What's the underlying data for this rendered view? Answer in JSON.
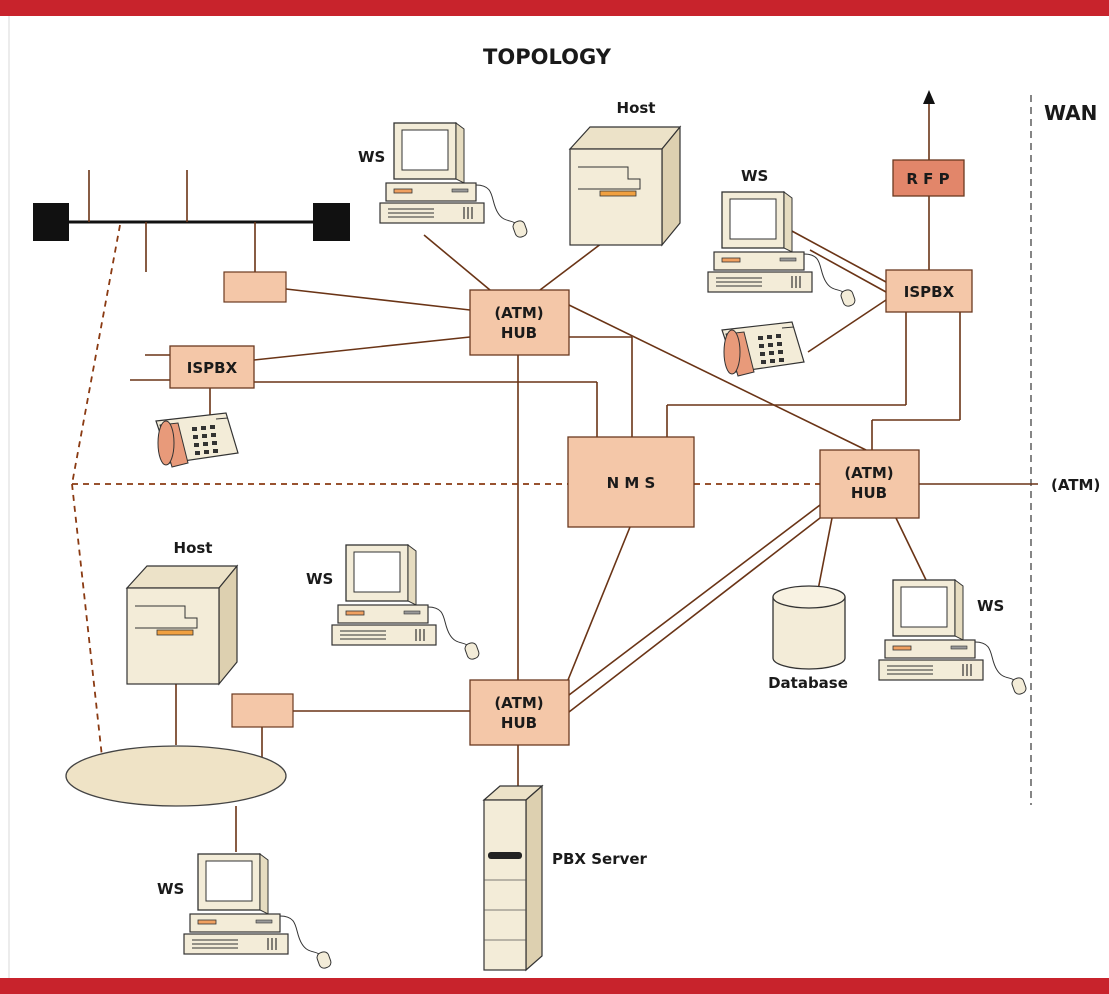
{
  "title": "TOPOLOGY",
  "wan_label": "WAN",
  "atm_label": "(ATM)",
  "labels": {
    "host_top": "Host",
    "host_left": "Host",
    "ws_top": "WS",
    "ws_right_upper": "WS",
    "ws_mid": "WS",
    "ws_right_lower": "WS",
    "ws_bottom": "WS",
    "rfp": "R F P",
    "ispbx_right": "ISPBX",
    "ispbx_left": "ISPBX",
    "nms": "N M S",
    "hub_line1": "(ATM)",
    "hub_line2": "HUB",
    "database": "Database",
    "pbx_server": "PBX Server"
  },
  "colors": {
    "frame_red": "#c8232c",
    "box_fill": "#f4c7a8",
    "box_stroke": "#6b3a20",
    "rfp_fill": "#e2866a",
    "line_brown": "#6a3416",
    "dash": "#8a3a12",
    "device_fill": "#f3ecd8",
    "ellipse_fill": "#efe3c6"
  }
}
